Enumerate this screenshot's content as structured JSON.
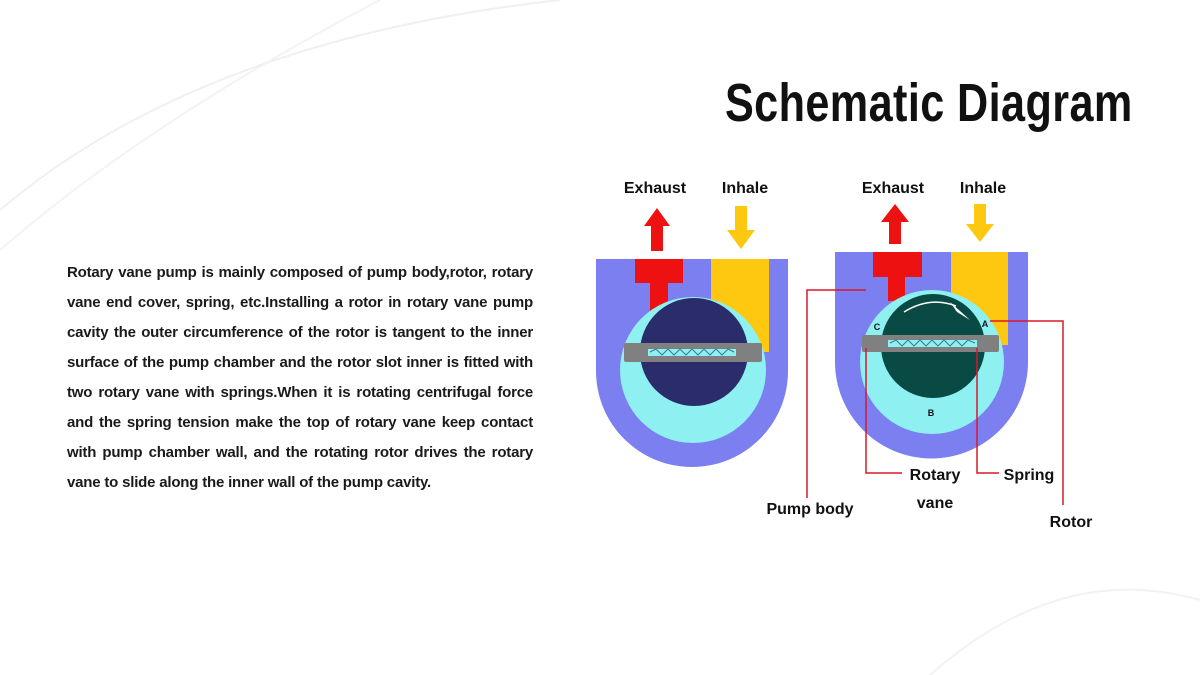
{
  "title": "Schematic Diagram",
  "description": "Rotary vane pump is mainly composed of pump body,rotor, rotary vane end cover, spring, etc.Installing a rotor in rotary vane pump cavity the outer circumference of the rotor is tangent to the inner surface of the pump chamber and the rotor slot inner is fitted with two rotary vane with springs.When it is rotating centrifugal force and the spring tension make the top of rotary vane keep contact with pump chamber wall, and the rotating rotor drives the rotary vane to slide along the inner wall of the pump cavity.",
  "left_pump": {
    "exhaust_label": "Exhaust",
    "inhale_label": "Inhale"
  },
  "right_pump": {
    "exhaust_label": "Exhaust",
    "inhale_label": "Inhale",
    "chamber_labels": {
      "a": "A",
      "b": "B",
      "c": "C"
    },
    "callouts": {
      "pump_body": "Pump body",
      "rotary": "Rotary",
      "vane": "vane",
      "spring": "Spring",
      "rotor": "Rotor"
    }
  },
  "colors": {
    "body": "#7b7ff0",
    "exhaust": "#ee1111",
    "inhale": "#ffc810",
    "chamber": "#8ef0f0",
    "rotor_left": "#2b2d6b",
    "rotor_right": "#0a4a44",
    "vane": "#808080",
    "callout_line": "#d8192a"
  }
}
